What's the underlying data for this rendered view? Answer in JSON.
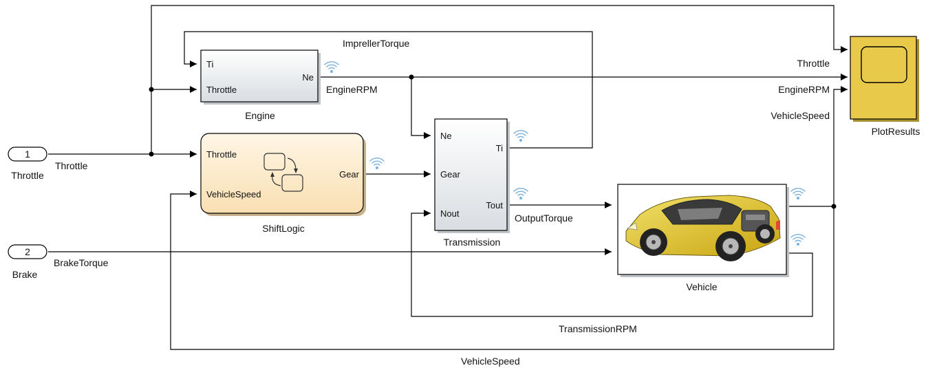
{
  "inports": [
    {
      "number": "1",
      "name": "Throttle",
      "signal": "Throttle"
    },
    {
      "number": "2",
      "name": "Brake",
      "signal": "BrakeTorque"
    }
  ],
  "blocks": {
    "engine": {
      "name": "Engine",
      "inputs": [
        "Ti",
        "Throttle"
      ],
      "outputs": [
        "Ne"
      ]
    },
    "shiftlogic": {
      "name": "ShiftLogic",
      "inputs": [
        "Throttle",
        "VehicleSpeed"
      ],
      "outputs": [
        "Gear"
      ]
    },
    "transmission": {
      "name": "Transmission",
      "inputs": [
        "Ne",
        "Gear",
        "Nout"
      ],
      "outputs": [
        "Ti",
        "Tout"
      ]
    },
    "vehicle": {
      "name": "Vehicle"
    },
    "plotresults": {
      "name": "PlotResults"
    }
  },
  "signals": {
    "impeller": "ImprellerTorque",
    "engine_rpm": "EngineRPM",
    "output_torque": "OutputTorque",
    "transmission_rpm": "TransmissionRPM",
    "vehicle_speed": "VehicleSpeed"
  },
  "scope_labels": [
    "Throttle",
    "EngineRPM",
    "VehicleSpeed"
  ],
  "colors": {
    "stateflow_fill": "#fdeccd",
    "scope_fill": "#e8c94a",
    "logging_icon": "#7ab0dc"
  }
}
